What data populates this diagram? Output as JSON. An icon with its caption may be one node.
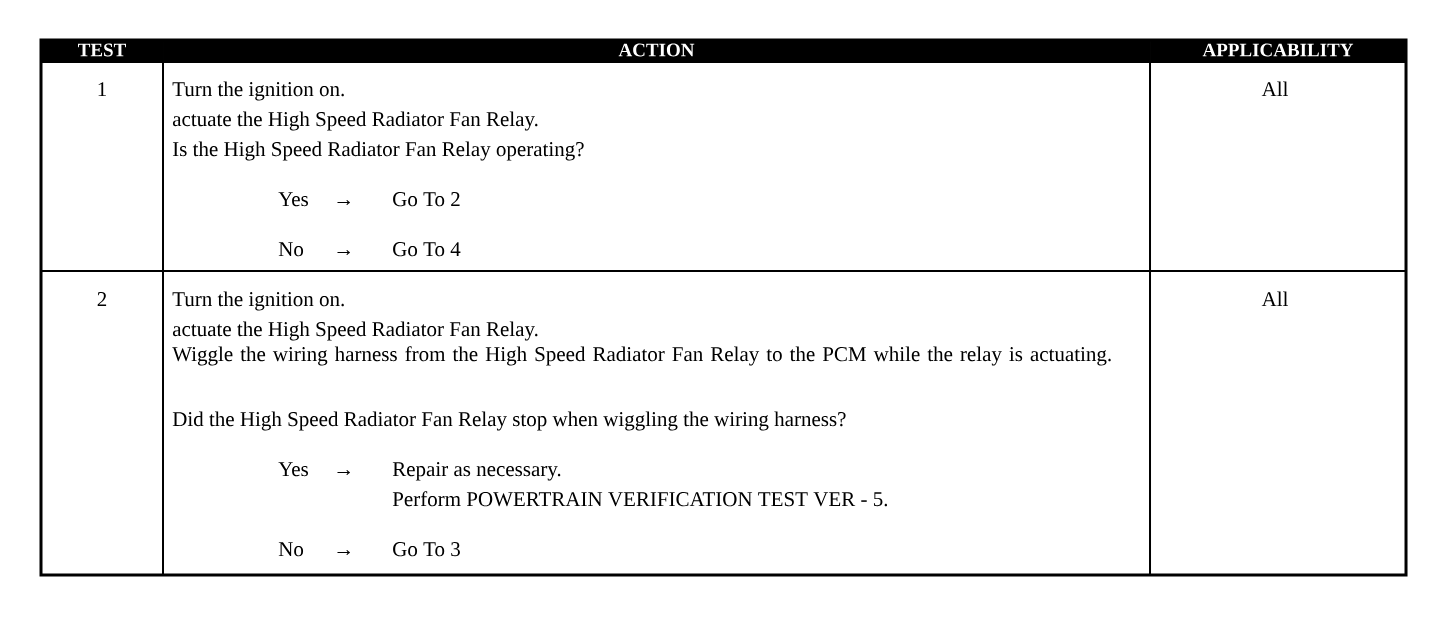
{
  "diagram": {
    "labels": [
      "TEST",
      "ACTION",
      "APPLICABILITY",
      "1",
      "Turn the ignition on.",
      "actuate the High Speed Radiator Fan Relay.",
      "Is the High Speed Radiator Fan Relay operating?",
      "Yes",
      "→",
      "Go To 2",
      "No",
      "→",
      "Go To 4",
      "All",
      "2",
      "Turn the ignition on.",
      "actuate the High Speed Radiator Fan Relay.",
      "Wiggle the wiring harness from the High Speed Radiator Fan Relay to the PCM while the relay is actuating.",
      "Did the High Speed Radiator Fan Relay stop when wiggling the wiring harness?",
      "Yes",
      "→",
      "Repair as necessary.",
      "Perform POWERTRAIN VERIFICATION TEST VER - 5.",
      "No",
      "→",
      "Go To 3",
      "All"
    ]
  }
}
